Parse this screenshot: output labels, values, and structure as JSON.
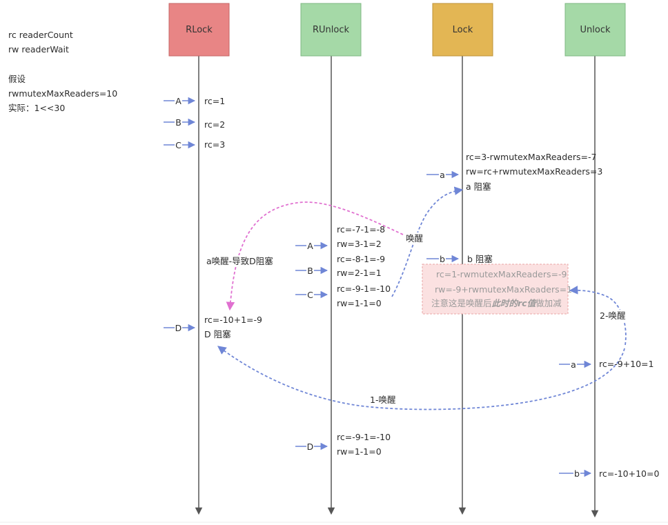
{
  "legend": {
    "line1": "rc readerCount",
    "line2": "rw readerWait",
    "line3": "假设",
    "line4": "rwmutexMaxReaders=10",
    "line5": "实际：1<<30"
  },
  "lanes": {
    "rlock": {
      "title": "RLock",
      "color": "#e88585"
    },
    "runlock": {
      "title": "RUnlock",
      "color": "#a5d9a7"
    },
    "lock": {
      "title": "Lock",
      "color": "#e3b654"
    },
    "unlock": {
      "title": "Unlock",
      "color": "#a5d9a7"
    }
  },
  "colors": {
    "arrow": "#6f86d6",
    "pink": "#e070d0",
    "note_fill": "#fbe1e1",
    "note_border": "#e8a5a5"
  },
  "rlock": {
    "a_tag": "A",
    "a_val": "rc=1",
    "b_tag": "B",
    "b_val": "rc=2",
    "c_tag": "C",
    "c_val": "rc=3",
    "d_tag": "D",
    "d_val1": "rc=-10+1=-9",
    "d_val2": "D 阻塞"
  },
  "runlock": {
    "a_tag": "A",
    "a_rc": "rc=-7-1=-8",
    "a_rw": "rw=3-1=2",
    "b_tag": "B",
    "b_rc": "rc=-8-1=-9",
    "b_rw": "rw=2-1=1",
    "c_tag": "C",
    "c_rc": "rc=-9-1=-10",
    "c_rw": "rw=1-1=0",
    "d_tag": "D",
    "d_rc": "rc=-9-1=-10",
    "d_rw": "rw=1-1=0"
  },
  "lock": {
    "a_tag": "a",
    "a_rc": "rc=3-rwmutexMaxReaders=-7",
    "a_rw": "rw=rc+rwmutexMaxReaders=3",
    "a_block": "a 阻塞",
    "b_tag": "b",
    "b_block": "b 阻塞"
  },
  "note": {
    "line1": "rc=1-rwmutexMaxReaders=-9",
    "line2": "rw=-9+rwmutexMaxReaders=1",
    "line3_pre": "注意这是唤醒后",
    "line3_em": "此时的rc值",
    "line3_post": "做加减"
  },
  "unlock": {
    "a_tag": "a",
    "a_val": "rc=-9+10=1",
    "b_tag": "b",
    "b_val": "rc=-10+10=0"
  },
  "wake": {
    "pink_label": "a唤醒-导致D阻塞",
    "blue_label": "唤醒",
    "two_label": "2-唤醒",
    "one_label": "1-唤醒"
  }
}
